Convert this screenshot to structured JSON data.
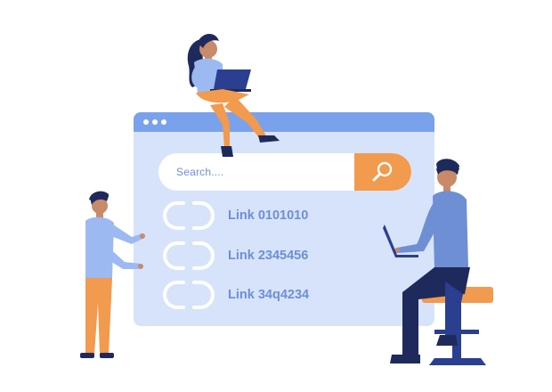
{
  "search": {
    "placeholder": "Search....",
    "button_icon": "magnifier-icon"
  },
  "links": [
    {
      "label": "Link 0101010",
      "icon": "chain-link-icon"
    },
    {
      "label": "Link 2345456",
      "icon": "chain-link-icon"
    },
    {
      "label": "Link 34q4234",
      "icon": "chain-link-icon"
    }
  ],
  "colors": {
    "window_bg": "#d6e3fb",
    "titlebar": "#7aa1ec",
    "accent_orange": "#f29a4d",
    "link_text": "#6e8fd4"
  }
}
